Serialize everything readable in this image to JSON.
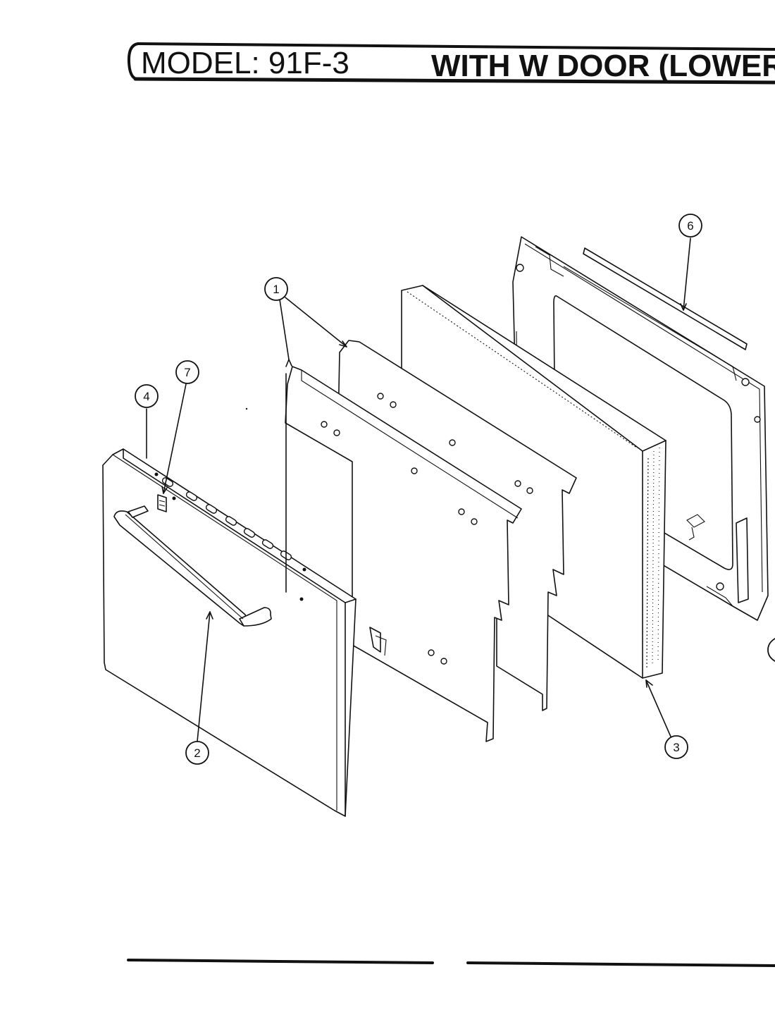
{
  "header": {
    "model_label": "MODEL: 91F-3",
    "section_label": "WITH W DOOR (LOWER)"
  },
  "callouts": {
    "c1": "1",
    "c2": "2",
    "c3": "3",
    "c4": "4",
    "c6": "6",
    "c7": "7"
  }
}
